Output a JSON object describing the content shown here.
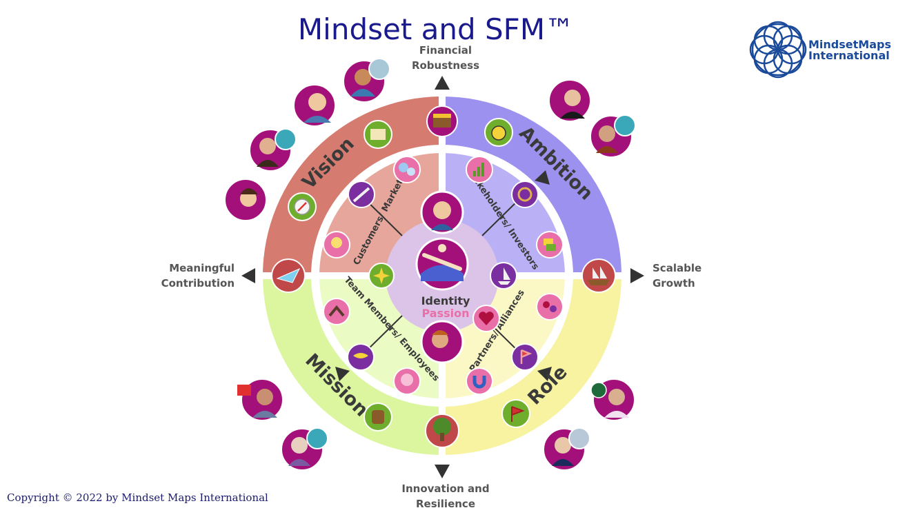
{
  "title": "Mindset and SFM™",
  "logo": {
    "line1": "MindsetMaps",
    "line2": "International"
  },
  "axes": {
    "top": [
      "Financial",
      "Robustness"
    ],
    "bottom": [
      "Innovation and",
      "Resilience"
    ],
    "left": [
      "Meaningful",
      "Contribution"
    ],
    "right": [
      "Scalable",
      "Growth"
    ]
  },
  "quadrants": {
    "top_left": "Vision",
    "top_right": "Ambition",
    "bottom_left": "Mission",
    "bottom_right": "Role"
  },
  "inner_labels": {
    "top_left": "Customers/ Market",
    "top_right": "Stakeholders/ Investors",
    "bottom_left": "Team Members/ Employees",
    "bottom_right": "Partners/ Alliances"
  },
  "center": {
    "line1": "Identity",
    "line2": "Passion"
  },
  "copyright": "Copyright © 2022 by Mindset Maps International",
  "colors": {
    "title": "#1a1a8c",
    "vision": "#d67b6f",
    "vision_inner": "#e7a69b",
    "ambition": "#9d91f0",
    "ambition_inner": "#b9b0f6",
    "mission": "#dcf6a0",
    "mission_inner": "#ebfbc4",
    "role": "#f7f3a1",
    "role_inner": "#fbf8c6",
    "center": "#dcc4e8",
    "identity": "#3a3a3a",
    "passion": "#e96fa8",
    "logo": "#1a4a9a",
    "avatar": "#a4107a"
  },
  "icons": [
    "treasure-chest-icon",
    "map-icon",
    "compass-icon",
    "paper-plane-icon",
    "telescope-icon",
    "speech-bubbles-icon",
    "lightbulb-icon",
    "stopwatch-icon",
    "bar-chart-icon",
    "ship-wheel-icon",
    "documents-icon",
    "sailboat-icon",
    "galleon-icon",
    "tree-icon",
    "barrel-icon",
    "flag-icon",
    "magnet-icon",
    "heart-icon",
    "people-icon",
    "handshake-icon",
    "brain-icon",
    "bird-icon",
    "compass-star-icon",
    "bridge-emblem-icon"
  ],
  "portraits": [
    "portrait-amazon",
    "portrait-explorer-1",
    "portrait-explorer-2",
    "portrait-bodyshop",
    "portrait-apple",
    "portrait-explorer-3",
    "portrait-virgin",
    "portrait-viking",
    "portrait-house",
    "portrait-moses",
    "portrait-starbucks",
    "portrait-admiral"
  ]
}
